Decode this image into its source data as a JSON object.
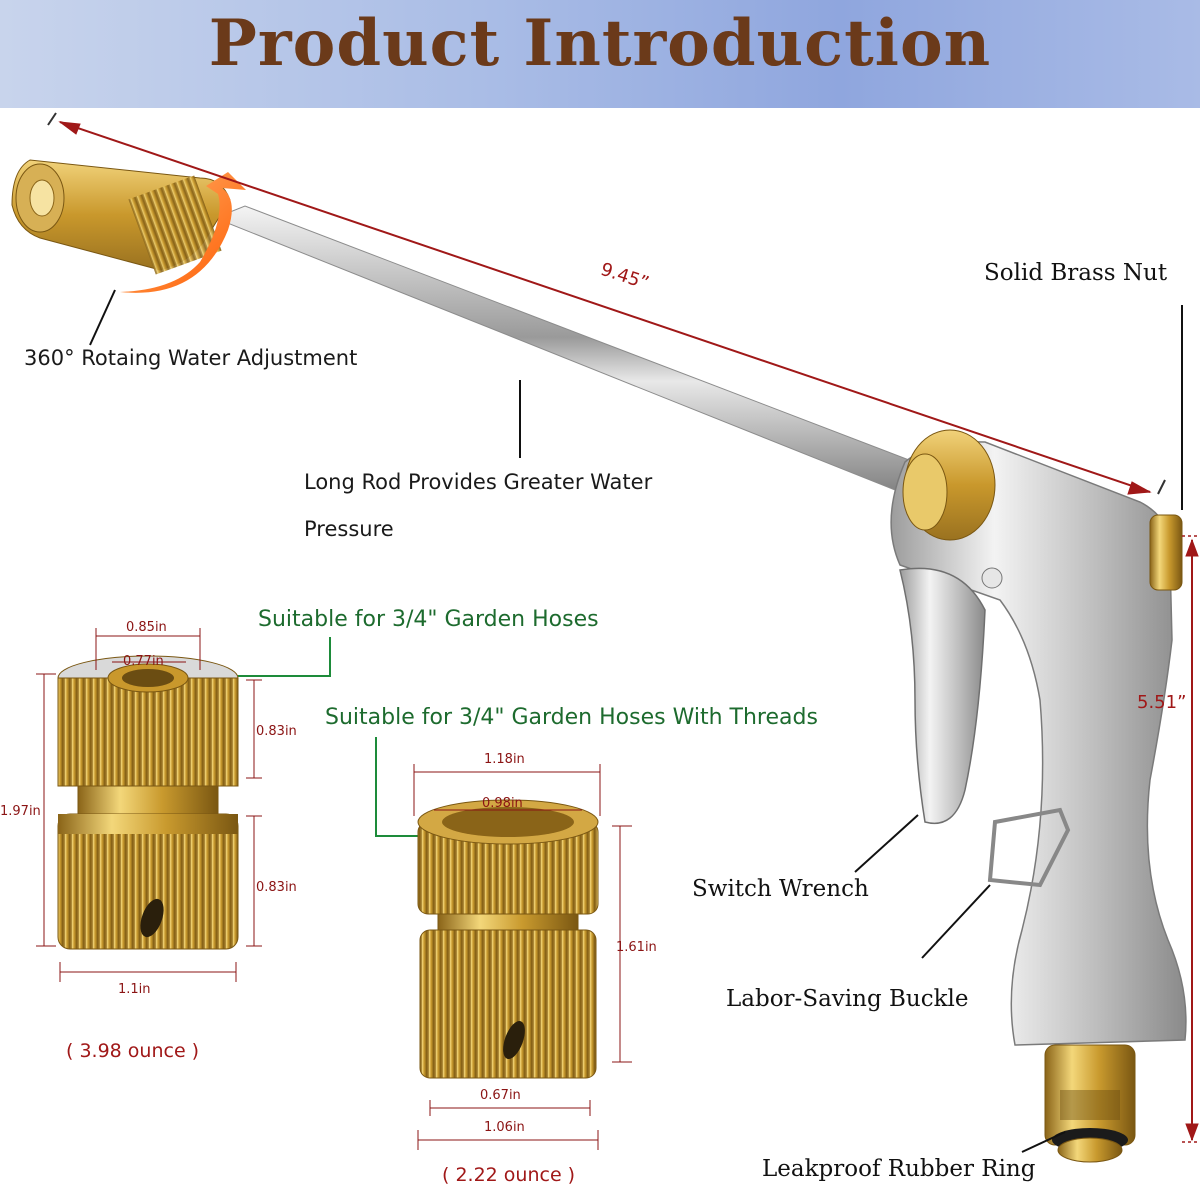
{
  "header": {
    "title": "Product Introduction"
  },
  "gun": {
    "length": "9.45”",
    "height": "5.51”"
  },
  "labels": {
    "rotating": "360° Rotaing Water Adjustment",
    "rod_line1": "Long Rod Provides Greater Water",
    "rod_line2": "Pressure",
    "brass_nut": "Solid Brass Nut",
    "switch": "Switch Wrench",
    "buckle": "Labor-Saving Buckle",
    "ring": "Leakproof Rubber Ring",
    "suitable1": "Suitable for 3/4\" Garden Hoses",
    "suitable2": "Suitable for 3/4\" Garden Hoses With Threads"
  },
  "connector1": {
    "outer_d": "0.85in",
    "inner_d": "0.77in",
    "top_h": "0.83in",
    "bottom_h": "0.83in",
    "total_h": "1.97in",
    "width": "1.1in",
    "weight": "( 3.98 ounce )"
  },
  "connector2": {
    "top_d": "1.18in",
    "inner_d": "0.98in",
    "total_h": "1.61in",
    "slot_w": "0.67in",
    "width": "1.06in",
    "weight": "( 2.22 ounce )"
  },
  "colors": {
    "title": "#6b3a1a",
    "dimension": "#a01818",
    "green_label": "#1d6b2e",
    "brass": "#c9a23a",
    "silver": "#c8c8c8"
  }
}
